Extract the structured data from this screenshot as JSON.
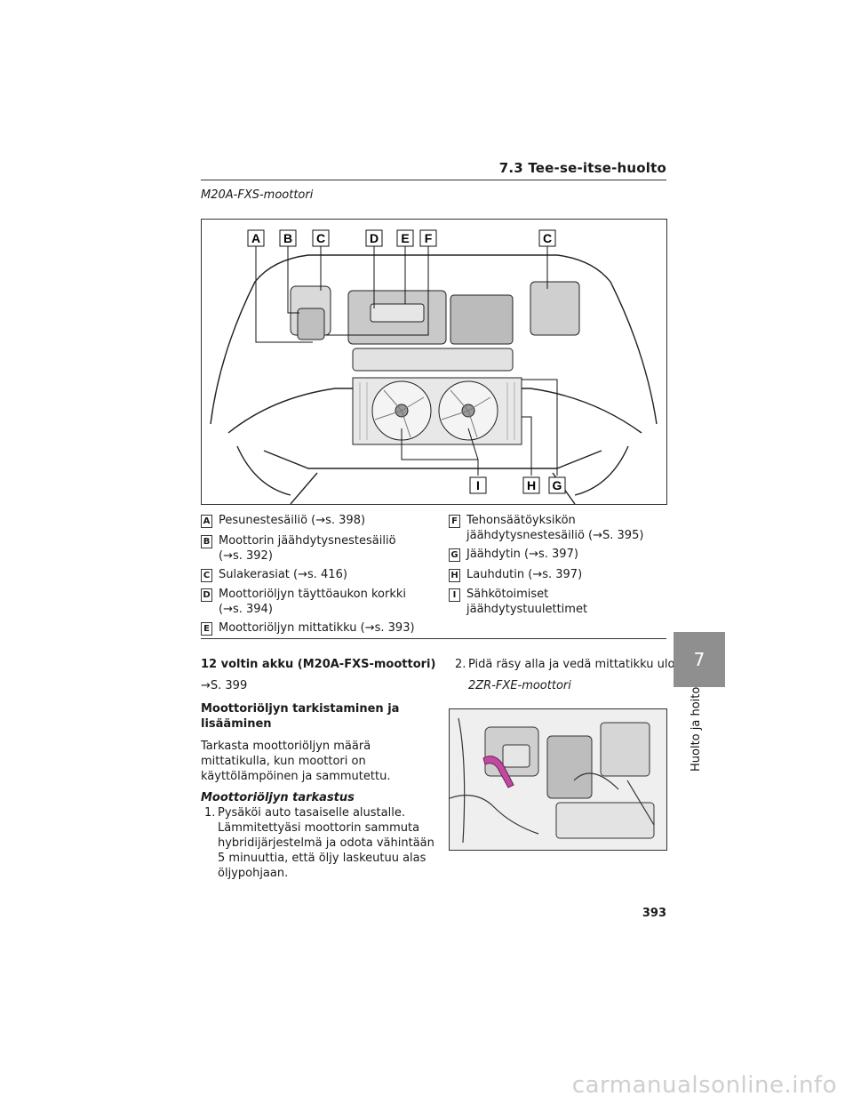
{
  "header": {
    "title": "7.3 Tee-se-itse-huolto"
  },
  "figure1": {
    "caption": "M20A-FXS-moottori",
    "top_labels": [
      "A",
      "B",
      "C",
      "D",
      "E",
      "F",
      "C"
    ],
    "bottom_labels": [
      "I",
      "H",
      "G"
    ]
  },
  "legend": {
    "left": [
      {
        "key": "A",
        "text": "Pesunestesäiliö (→s. 398)"
      },
      {
        "key": "B",
        "text": "Moottorin jäähdytysnestesäiliö\n(→s. 392)"
      },
      {
        "key": "C",
        "text": "Sulakerasiat (→s. 416)"
      },
      {
        "key": "D",
        "text": "Moottoriöljyn täyttöaukon korkki\n(→s. 394)"
      },
      {
        "key": "E",
        "text": "Moottoriöljyn mittatikku (→s. 393)"
      }
    ],
    "right": [
      {
        "key": "F",
        "text": "Tehonsäätöyksikön\njäähdytysnestesäiliö (→S. 395)"
      },
      {
        "key": "G",
        "text": " Jäähdytin (→s. 397)"
      },
      {
        "key": "H",
        "text": " Lauhdutin (→s. 397)"
      },
      {
        "key": "I",
        "text": "Sähkötoimiset jäähdytystuulettimet"
      }
    ]
  },
  "content": {
    "battery_heading": "12 voltin akku (M20A-FXS-moottori)",
    "battery_ref": "→S. 399",
    "oil_heading": "Moottoriöljyn tarkistaminen ja\nlisääminen",
    "oil_intro": "Tarkasta moottoriöljyn määrä\nmittatikulla, kun moottori on\nkäyttölämpöinen ja sammutettu.",
    "check_heading": "Moottoriöljyn tarkastus",
    "step1_num": "1.",
    "step1": "Pysäköi auto tasaiselle alustalle.\nLämmitettyäsi moottorin sammuta\nhybridijärjestelmä ja odota vähintään\n5 minuuttia, että öljy laskeutuu alas\nöljypohjaan.",
    "step2_num": "2.",
    "step2": "Pidä räsy alla ja vedä mittatikku ulos.",
    "figure2_caption": "2ZR-FXE-moottori"
  },
  "side_tab": {
    "number": "7",
    "label": "Huolto ja hoito"
  },
  "page_number": "393",
  "watermark": "carmanualsonline.info",
  "colors": {
    "tab": "#8f8f8f",
    "highlight": "#c04aa0"
  }
}
